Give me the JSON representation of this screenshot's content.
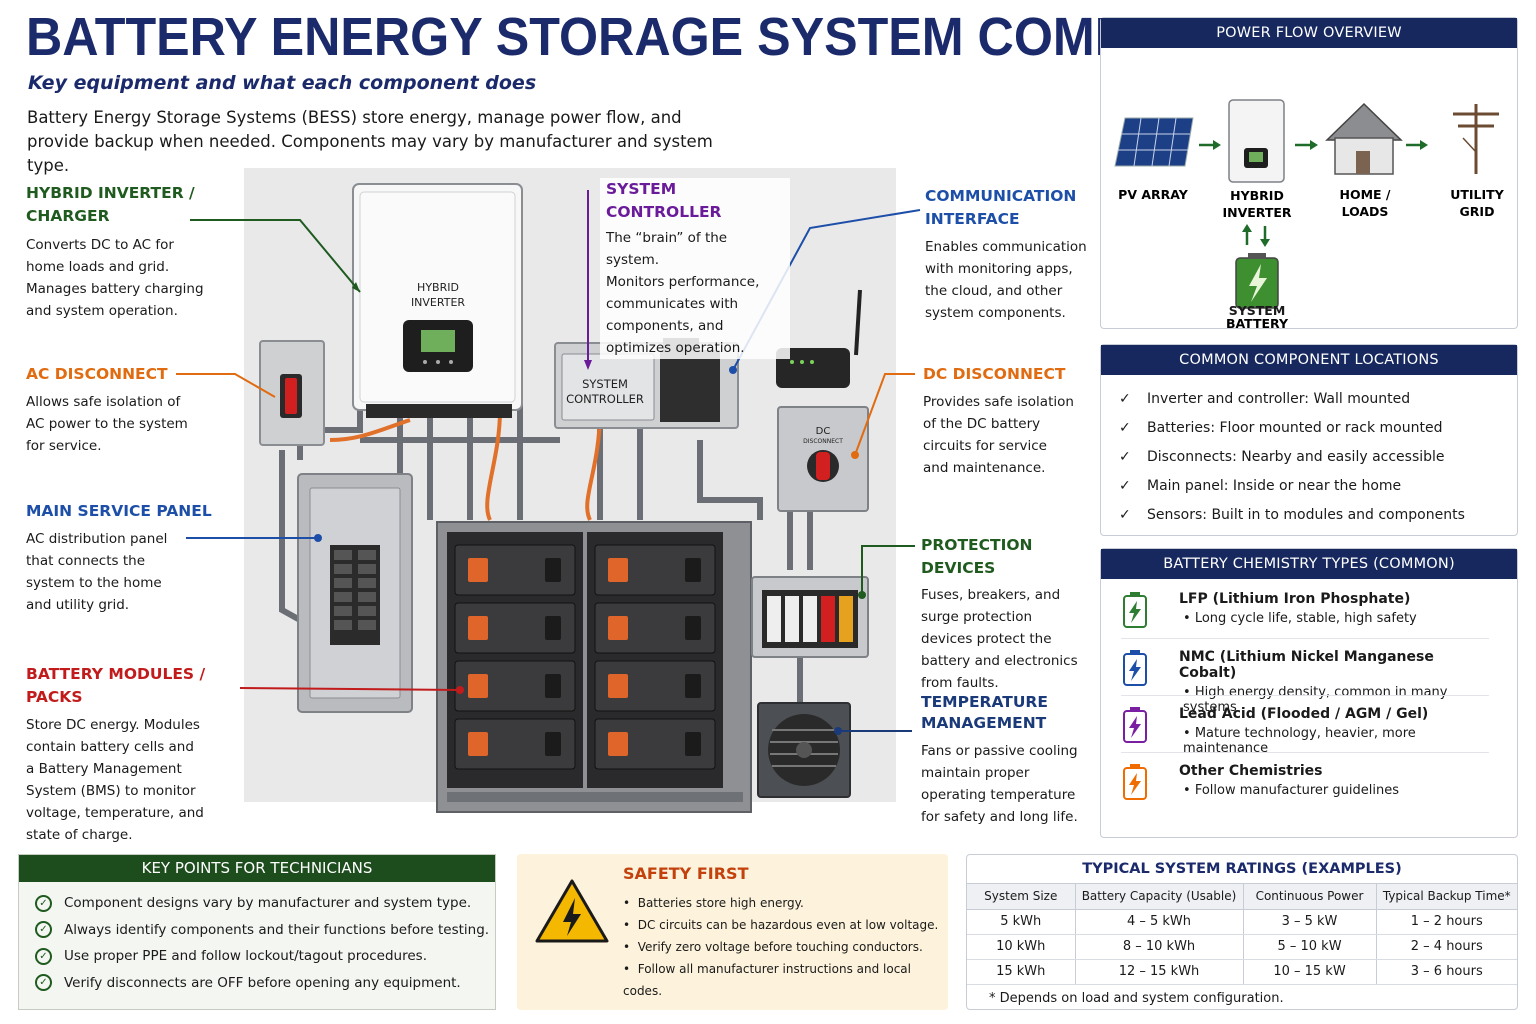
{
  "header": {
    "title": "BATTERY ENERGY STORAGE SYSTEM COMPONENTS",
    "subtitle": "Key equipment and what each component does",
    "intro_line1": "Battery Energy Storage Systems (BESS) store energy, manage power flow, and",
    "intro_line2": "provide backup when needed. Components may vary by manufacturer and system type."
  },
  "callouts": {
    "inverter": {
      "title1": "HYBRID INVERTER /",
      "title2": "CHARGER",
      "desc": [
        "Converts DC to AC for",
        "home loads and grid.",
        "Manages battery charging",
        "and system operation."
      ]
    },
    "ac_disconnect": {
      "title": "AC DISCONNECT",
      "desc": [
        "Allows safe isolation of",
        "AC power to the system",
        "for service."
      ]
    },
    "main_panel": {
      "title": "MAIN SERVICE PANEL",
      "desc": [
        "AC distribution panel",
        "that connects the",
        "system to the home",
        "and utility grid."
      ]
    },
    "battery_modules": {
      "title": "BATTERY MODULES / PACKS",
      "desc": [
        "Store DC energy. Modules",
        "contain battery cells and",
        "a Battery Management",
        "System (BMS) to monitor",
        "voltage, temperature, and",
        "state of charge."
      ]
    },
    "controller": {
      "title": "SYSTEM CONTROLLER",
      "desc": [
        "The “brain” of the system.",
        "Monitors performance,",
        "communicates with",
        "components, and",
        "optimizes operation."
      ]
    },
    "comm": {
      "title1": "COMMUNICATION",
      "title2": "INTERFACE",
      "desc": [
        "Enables communication",
        "with monitoring apps,",
        "the cloud, and other",
        "system components."
      ]
    },
    "dc_disconnect": {
      "title": "DC DISCONNECT",
      "desc": [
        "Provides safe isolation",
        "of the DC battery",
        "circuits for service",
        "and maintenance."
      ]
    },
    "protection": {
      "title": "PROTECTION DEVICES",
      "desc": [
        "Fuses, breakers, and",
        "surge protection",
        "devices protect the",
        "battery and electronics",
        "from faults."
      ]
    },
    "temperature": {
      "title1": "TEMPERATURE",
      "title2": "MANAGEMENT",
      "desc": [
        "Fans or passive cooling",
        "maintain proper",
        "operating temperature",
        "for safety and long life."
      ]
    }
  },
  "illustration": {
    "inverter_label1": "HYBRID",
    "inverter_label2": "INVERTER",
    "controller_label1": "SYSTEM",
    "controller_label2": "CONTROLLER",
    "dc_label1": "DC",
    "dc_label2": "DISCONNECT"
  },
  "power_flow": {
    "title": "POWER FLOW OVERVIEW",
    "pv": "PV ARRAY",
    "inverter1": "HYBRID",
    "inverter2": "INVERTER",
    "home1": "HOME /",
    "home2": "LOADS",
    "grid1": "UTILITY",
    "grid2": "GRID",
    "battery1": "BATTERY",
    "battery2": "SYSTEM"
  },
  "locations": {
    "title": "COMMON COMPONENT LOCATIONS",
    "items": [
      "Inverter and controller: Wall mounted",
      "Batteries: Floor mounted or rack mounted",
      "Disconnects: Nearby and easily accessible",
      "Main panel: Inside or near the home",
      "Sensors: Built in to modules and components"
    ]
  },
  "chemistry": {
    "title": "BATTERY CHEMISTRY TYPES (COMMON)",
    "items": [
      {
        "name": "LFP (Lithium Iron Phosphate)",
        "bullet": "Long cycle life, stable, high safety",
        "color": "#2e7d32"
      },
      {
        "name": "NMC (Lithium Nickel Manganese Cobalt)",
        "bullet": "High energy density, common in many systems",
        "color": "#1d4fa8"
      },
      {
        "name": "Lead Acid (Flooded / AGM / Gel)",
        "bullet": "Mature technology, heavier, more maintenance",
        "color": "#7b1fa2"
      },
      {
        "name": "Other Chemistries",
        "bullet": "Follow manufacturer guidelines",
        "color": "#ef6c00"
      }
    ]
  },
  "key_points": {
    "title": "KEY POINTS FOR TECHNICIANS",
    "items": [
      "Component designs vary by manufacturer and system type.",
      "Always identify components and their functions before testing.",
      "Use proper PPE and follow lockout/tagout procedures.",
      "Verify disconnects are OFF before opening any equipment."
    ]
  },
  "safety": {
    "title": "SAFETY FIRST",
    "items": [
      "Batteries store high energy.",
      "DC circuits can be hazardous even at low voltage.",
      "Verify zero voltage before touching conductors.",
      "Follow all manufacturer instructions and local codes."
    ]
  },
  "ratings": {
    "title": "TYPICAL SYSTEM RATINGS (EXAMPLES)",
    "headers": [
      "System Size",
      "Battery Capacity (Usable)",
      "Continuous Power",
      "Typical Backup Time*"
    ],
    "rows": [
      [
        "5 kWh",
        "4 – 5 kWh",
        "3 – 5 kW",
        "1 – 2 hours"
      ],
      [
        "10 kWh",
        "8 – 10 kWh",
        "5 – 10 kW",
        "2 – 4 hours"
      ],
      [
        "15 kWh",
        "12 – 15 kWh",
        "10 – 15 kW",
        "3 – 6 hours"
      ]
    ],
    "footnote": "* Depends on load and system configuration."
  }
}
